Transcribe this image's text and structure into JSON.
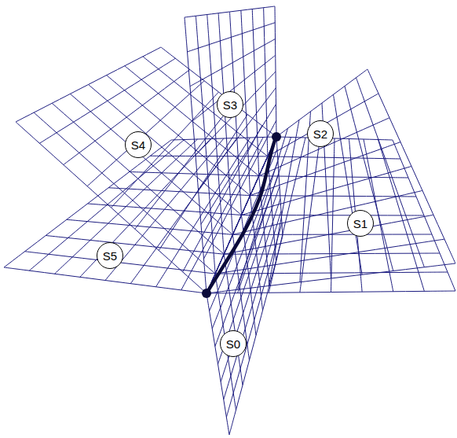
{
  "diagram": {
    "nodes": [
      {
        "text": [
          "S3"
        ]
      },
      {
        "text": [
          "S4"
        ]
      },
      {
        "text": [
          "S2"
        ]
      },
      {
        "text": [
          "S1"
        ]
      },
      {
        "text": [
          "S5"
        ]
      },
      {
        "text": [
          "S0"
        ]
      }
    ]
  }
}
